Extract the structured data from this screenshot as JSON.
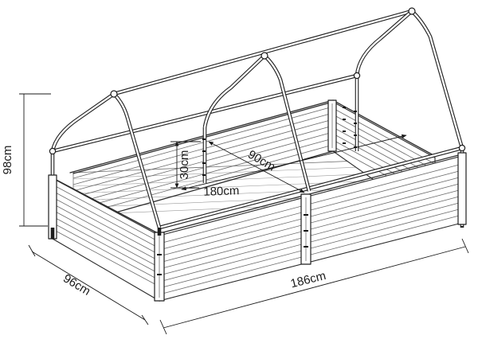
{
  "dimensions": {
    "height": "98cm",
    "width": "96cm",
    "length": "186cm",
    "inner_length": "180cm",
    "inner_width": "90cm",
    "bed_height": "30cm"
  }
}
